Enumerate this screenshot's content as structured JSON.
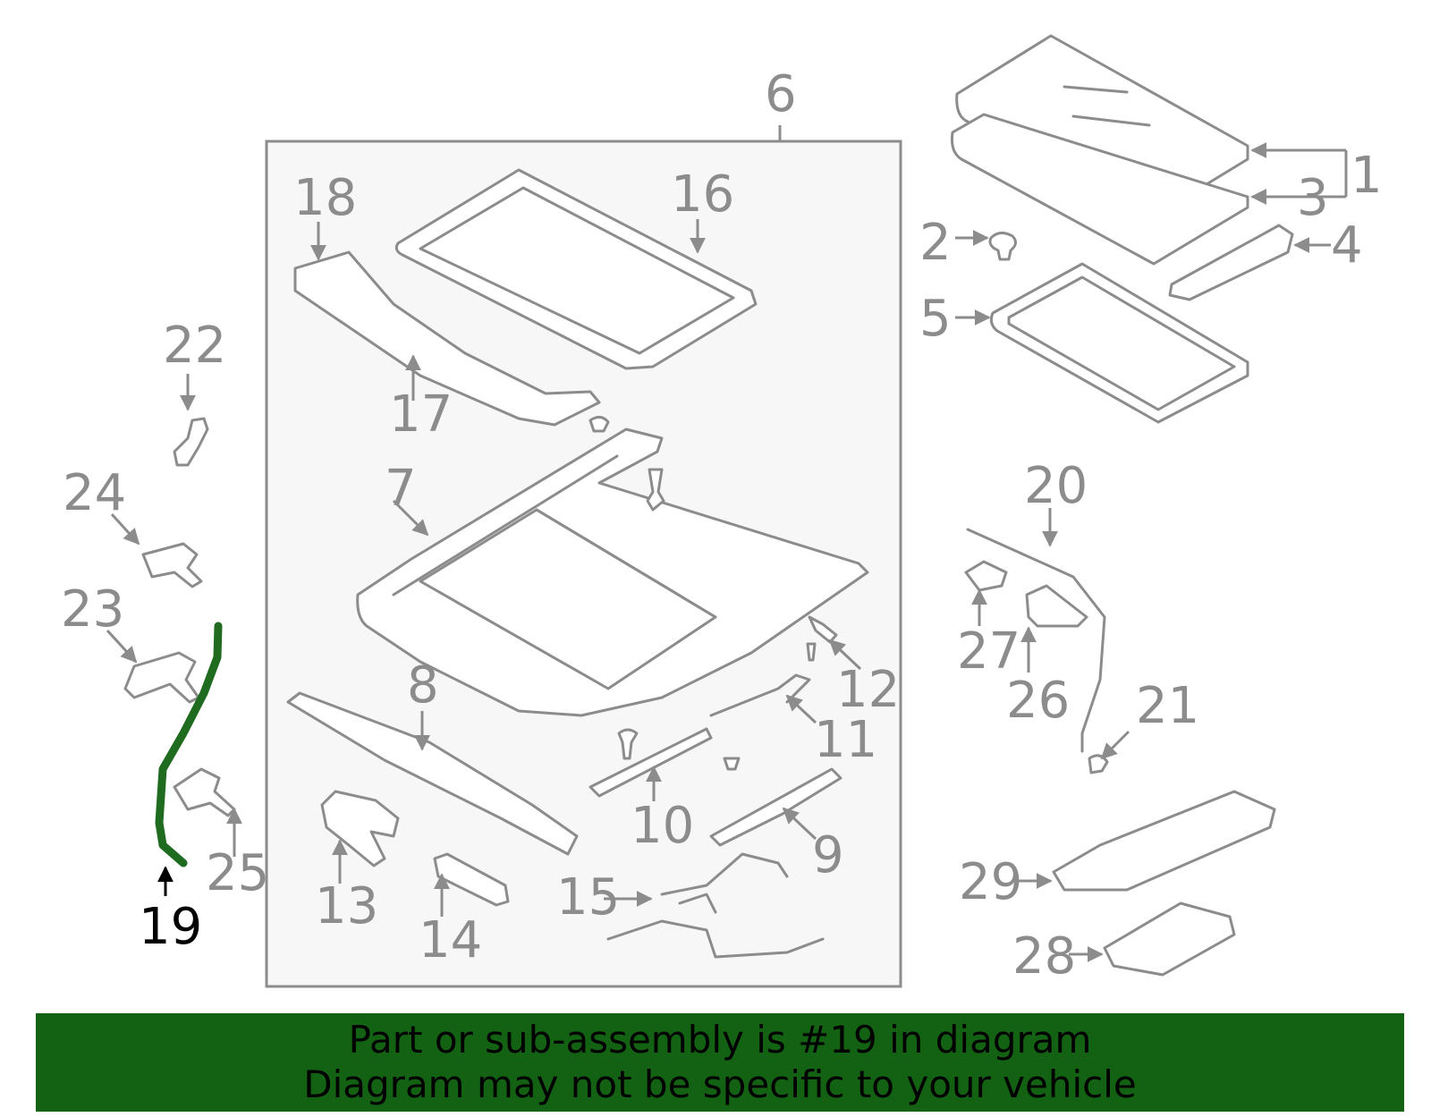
{
  "colors": {
    "line": "#8c8c8c",
    "box_fill": "#f7f7f7",
    "highlight": "#1f6b1f",
    "banner_bg": "#136213",
    "banner_text": "#000000"
  },
  "callouts": {
    "c1": "1",
    "c2": "2",
    "c3": "3",
    "c4": "4",
    "c5": "5",
    "c6": "6",
    "c7": "7",
    "c8": "8",
    "c9": "9",
    "c10": "10",
    "c11": "11",
    "c12": "12",
    "c13": "13",
    "c14": "14",
    "c15": "15",
    "c16": "16",
    "c17": "17",
    "c18": "18",
    "c19": "19",
    "c20": "20",
    "c21": "21",
    "c22": "22",
    "c23": "23",
    "c24": "24",
    "c25": "25",
    "c26": "26",
    "c27": "27",
    "c28": "28",
    "c29": "29"
  },
  "highlighted_part": "19",
  "banner": {
    "line1": "Part or sub-assembly is #19 in diagram",
    "line2": "Diagram may not be specific to your vehicle"
  }
}
